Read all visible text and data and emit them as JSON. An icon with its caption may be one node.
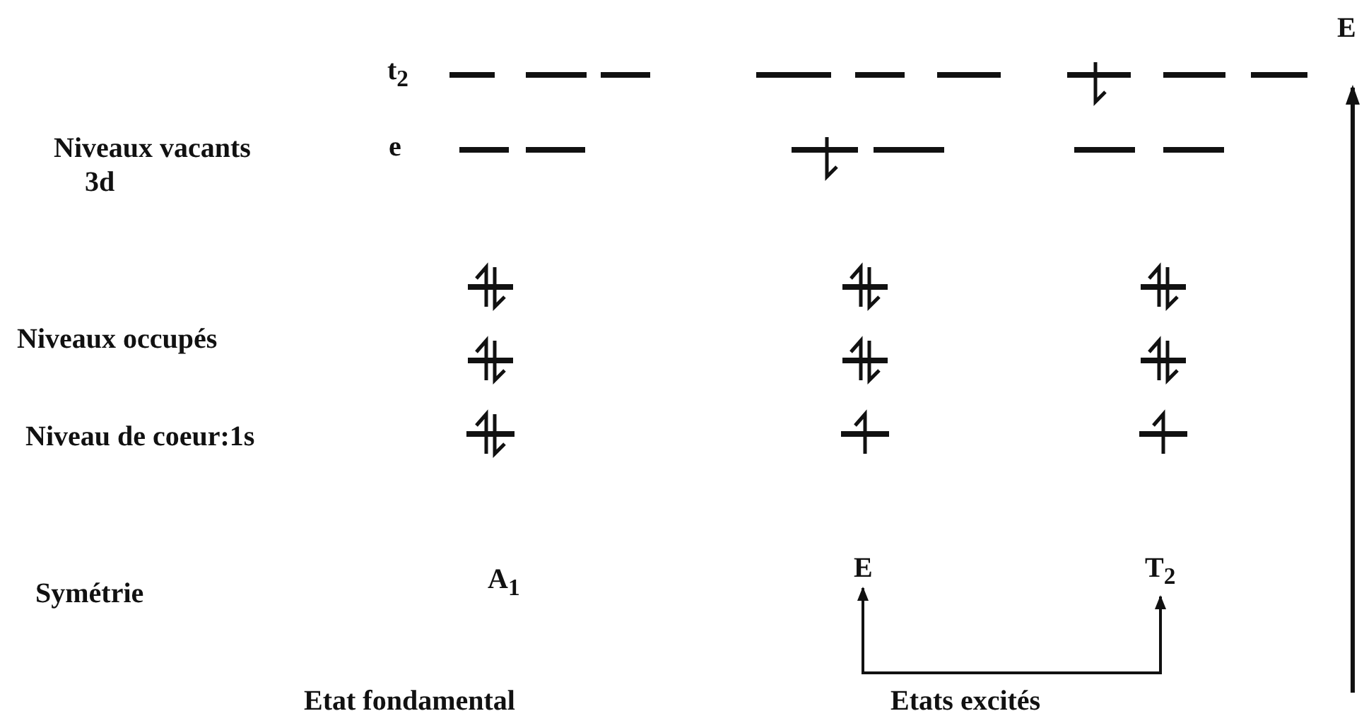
{
  "diagram": {
    "nodes": [
      {
        "text": [
          "Etats excités"
        ]
      },
      {
        "text": [
          "E"
        ]
      },
      {
        "text": [
          "T$_{2}$"
        ]
      }
    ],
    "edges": [
      {
        "from": 0,
        "to": 1,
        "arrow": "to"
      },
      {
        "from": 0,
        "to": 2,
        "arrow": "to"
      }
    ],
    "labels": [
      "E",
      "t$_{2}$",
      "Niveaux vacants",
      "e",
      "3d",
      "Niveaux occupés",
      "Niveau de coeur:1s",
      "Symétrie",
      "A$_{1}$",
      "Etat fondamental"
    ]
  }
}
